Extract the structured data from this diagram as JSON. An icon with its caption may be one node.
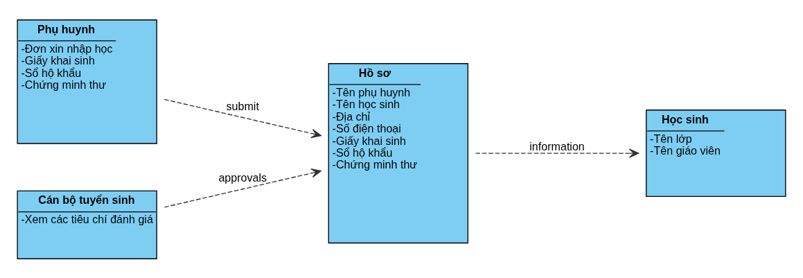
{
  "diagram": {
    "nodes": [
      {
        "text": [
          "Phụ huynh",
          "-Đơn xin nhập học",
          "-Giấy khai sinh",
          "-Sổ hộ khẩu",
          "-Chứng minh thư"
        ]
      },
      {
        "text": [
          "Hồ sơ",
          "-Tên phụ huynh",
          "-Tên học sinh",
          "-Địa chỉ",
          "-Số điện thoại",
          "-Giấy khai sinh",
          "-Sổ hộ khẩu",
          "-Chứng minh thư"
        ]
      },
      {
        "text": [
          "Học sinh",
          "-Tên lớp",
          "-Tên giáo viên"
        ]
      },
      {
        "text": [
          "Cán bộ tuyển sinh",
          "-Xem các tiêu chí đánh giá"
        ]
      }
    ],
    "edges": [
      {
        "from": 0,
        "to": 1,
        "arrow": "to",
        "label": "submit",
        "style": "dashed"
      },
      {
        "from": 3,
        "to": 1,
        "arrow": "to",
        "label": "approvals",
        "style": "dashed"
      },
      {
        "from": 1,
        "to": 2,
        "arrow": "to",
        "label": "information",
        "style": "dashed"
      }
    ]
  }
}
